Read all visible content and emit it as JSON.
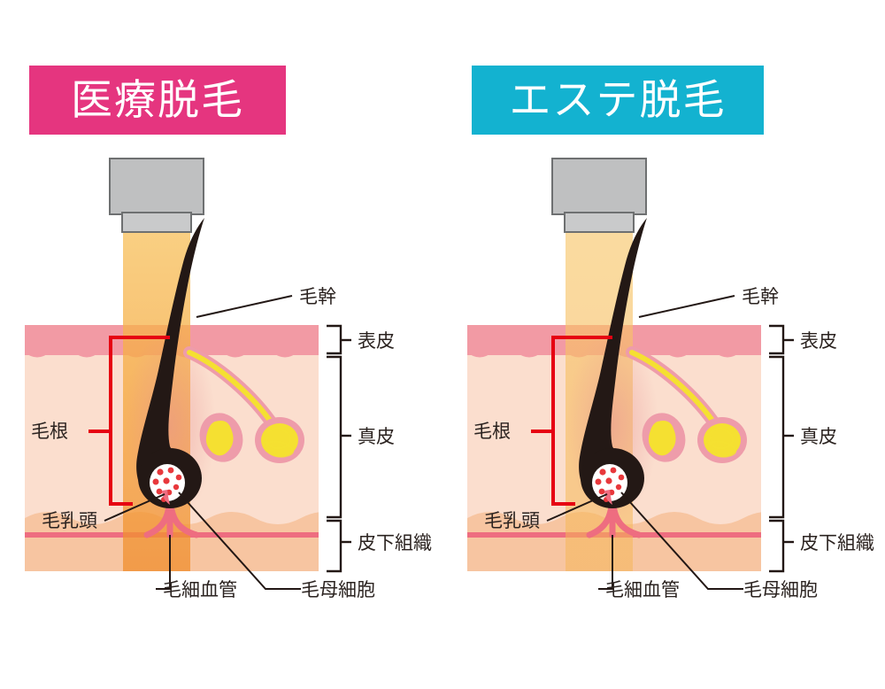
{
  "figure": {
    "type": "anatomical-comparison-diagram",
    "subject": "hair follicle cross-section with hair removal device",
    "panel_count": 2
  },
  "panels": [
    {
      "id": "medical",
      "title": "医療脱毛",
      "title_bg": "#E5357F",
      "title_fg": "#FFFFFF",
      "beam_strength": "strong",
      "beam_color_top": "#F8C35E",
      "beam_color_bottom": "#F5A63C"
    },
    {
      "id": "esthetic",
      "title": "エステ脱毛",
      "title_bg": "#13B2D0",
      "title_fg": "#FFFFFF",
      "beam_strength": "weak",
      "beam_color_top": "#F8C96F",
      "beam_color_bottom": "#F7BF63"
    }
  ],
  "labels": {
    "hair_shaft": "毛幹",
    "hair_root": "毛根",
    "dermal_papilla": "毛乳頭",
    "capillary": "毛細血管",
    "hair_matrix_cells": "毛母細胞",
    "epidermis": "表皮",
    "dermis": "真皮",
    "subcutaneous": "皮下組織"
  },
  "colors": {
    "epidermis": "#F29AA4",
    "epidermis_wave": "#FBD9CD",
    "dermis": "#FBDECE",
    "dermis_deep": "#F9D2BC",
    "subcutaneous": "#F7C5A1",
    "capillary_line": "#EE6D80",
    "capillary_vessel": "#EE6D80",
    "hair_dark": "#231815",
    "follicle_halo": "#E8A6A8",
    "papilla_white": "#FFFFFF",
    "papilla_dots": "#E8383C",
    "gland_yellow": "#F5E031",
    "gland_outline": "#EE9CAA",
    "device_body": "#BFC0C1",
    "device_tip": "#C9CACB",
    "device_stroke": "#6E7071",
    "bracket_red": "#E60012",
    "bracket_black": "#231815",
    "leader_line": "#231815",
    "text": "#2B2320"
  }
}
